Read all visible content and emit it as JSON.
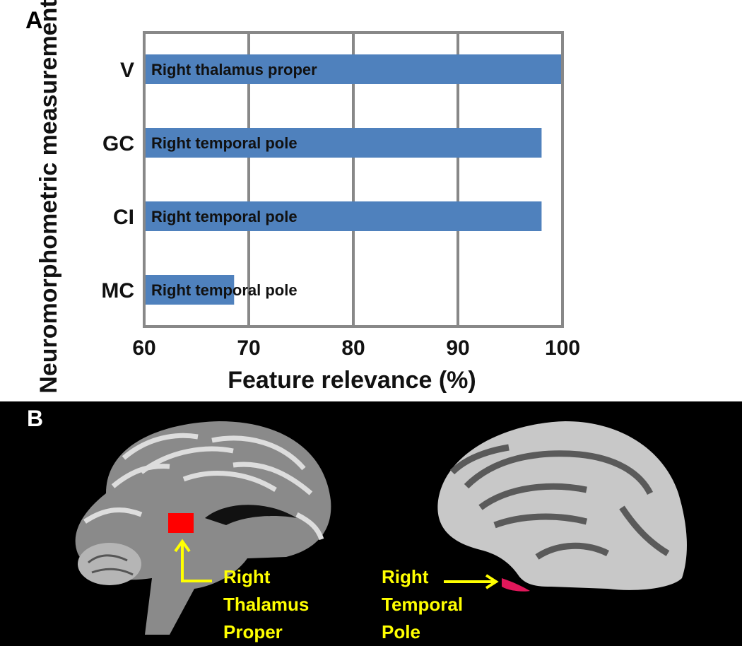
{
  "panel_a_label": "A",
  "panel_b_label": "B",
  "colors": {
    "bar": "#4f81bd",
    "grid": "#888888",
    "highlight": "#ff0000",
    "callout": "#ffff00"
  },
  "chart_data": {
    "type": "bar",
    "orientation": "horizontal",
    "categories": [
      "V",
      "GC",
      "CI",
      "MC"
    ],
    "values": [
      100,
      98,
      98,
      68.6
    ],
    "bar_labels": [
      "Right thalamus proper",
      "Right temporal pole",
      "Right temporal pole",
      "Right temporal pole"
    ],
    "xlabel": "Feature relevance (%)",
    "ylabel": "Neuromorphometric measurement",
    "xlim": [
      60,
      100
    ],
    "xticks": [
      60,
      70,
      80,
      90,
      100
    ],
    "grid": true
  },
  "panel_b": {
    "left_callout": [
      "Right",
      "Thalamus",
      "Proper"
    ],
    "right_callout": [
      "Right",
      "Temporal",
      "Pole"
    ]
  }
}
